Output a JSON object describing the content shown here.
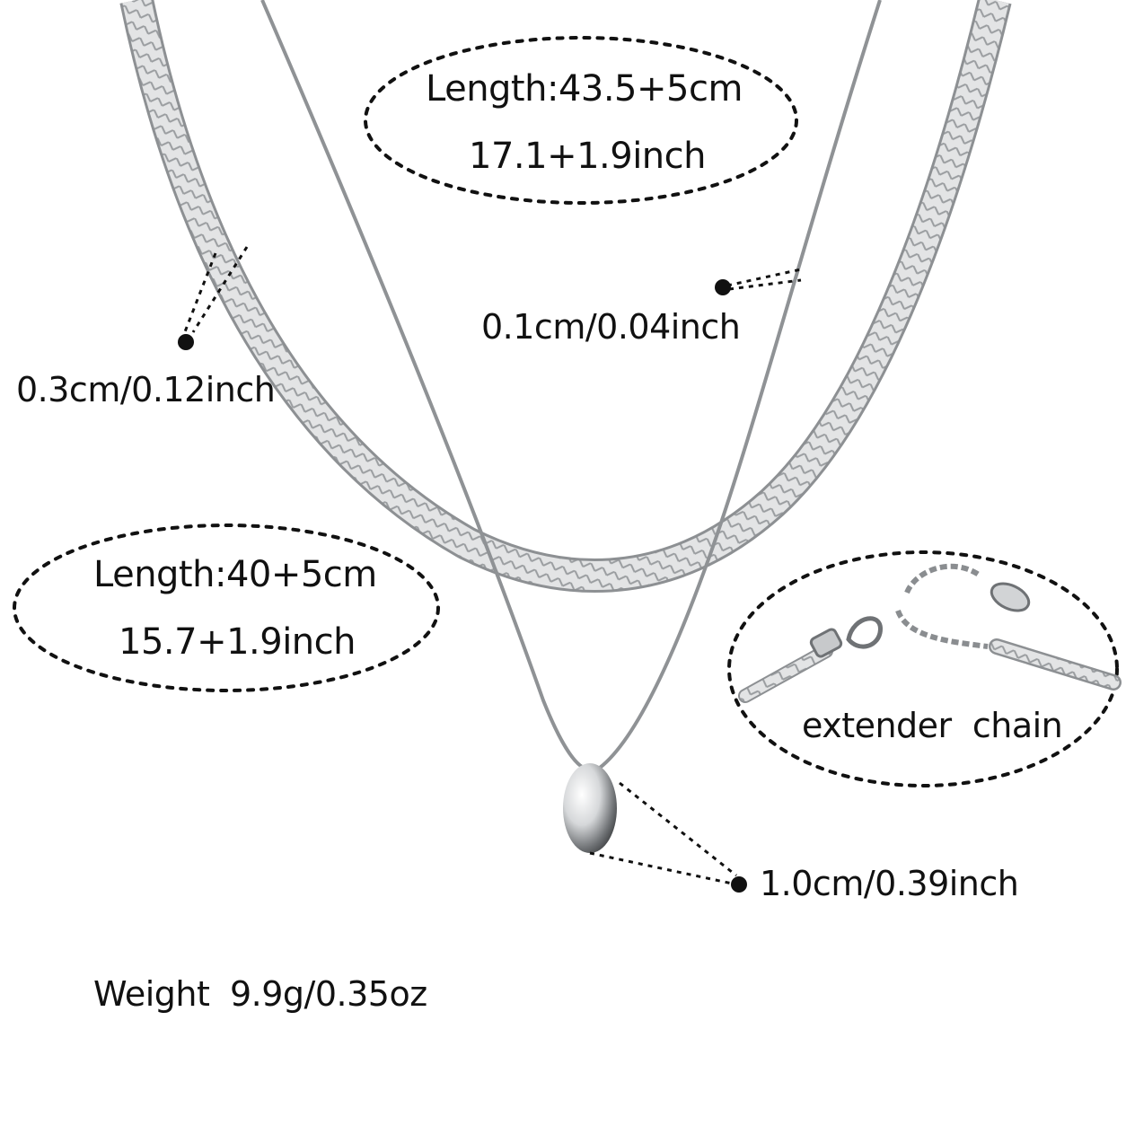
{
  "necklace_upper": {
    "length_cm": "Length:43.5+5cm",
    "length_inch": "17.1+1.9inch"
  },
  "necklace_lower": {
    "length_cm": "Length:40+5cm",
    "length_inch": "15.7+1.9inch"
  },
  "dimensions": {
    "snake_chain_width": "0.3cm/0.12inch",
    "thin_chain_width": "0.1cm/0.04inch",
    "pendant_size": "1.0cm/0.39inch"
  },
  "extender": {
    "label": "extender  chain"
  },
  "weight": {
    "label": "Weight",
    "value": "9.9g/0.35oz"
  },
  "colors": {
    "metal": "#b9bcbf",
    "metal_dark": "#7a7d80",
    "ink": "#111111",
    "background": "#ffffff"
  }
}
